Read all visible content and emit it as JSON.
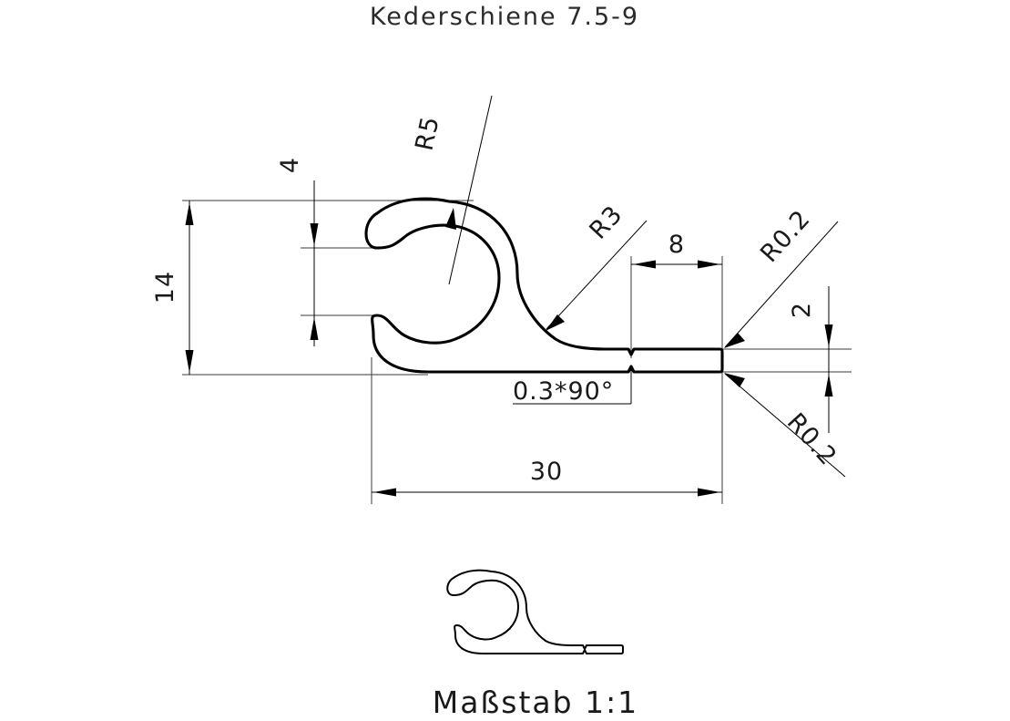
{
  "title": {
    "text": "Kederschiene 7.5-9"
  },
  "scale_note": {
    "text": "Maßstab 1:1"
  },
  "dimensions": {
    "height_overall": "14",
    "gap_opening": "4",
    "outer_radius": "R5",
    "transition_radius": "R3",
    "flange_width": "8",
    "edge_radius_top": "R0.2",
    "edge_radius_bottom": "R0.2",
    "thickness": "2",
    "chamfer": "0.3*90°",
    "length_overall": "30"
  },
  "labels": [
    {
      "name": "height-overall",
      "value": "14"
    },
    {
      "name": "gap-opening",
      "value": "4"
    },
    {
      "name": "outer-radius",
      "value": "R5"
    },
    {
      "name": "transition-radius",
      "value": "R3"
    },
    {
      "name": "flange-width",
      "value": "8"
    },
    {
      "name": "edge-radius-top",
      "value": "R0.2"
    },
    {
      "name": "edge-radius-bottom",
      "value": "R0.2"
    },
    {
      "name": "thickness",
      "value": "2"
    },
    {
      "name": "chamfer-note",
      "value": "0.3*90°"
    },
    {
      "name": "length-overall",
      "value": "30"
    }
  ],
  "colors": {
    "line": "#000000",
    "extension_line": "#3a3a3a",
    "background": "#ffffff",
    "text": "#1a1a1a"
  },
  "drawing": {
    "view_main_name": "kederschiene-profile-section",
    "view_scale_name": "kederschiene-profile-scale-1-1"
  }
}
